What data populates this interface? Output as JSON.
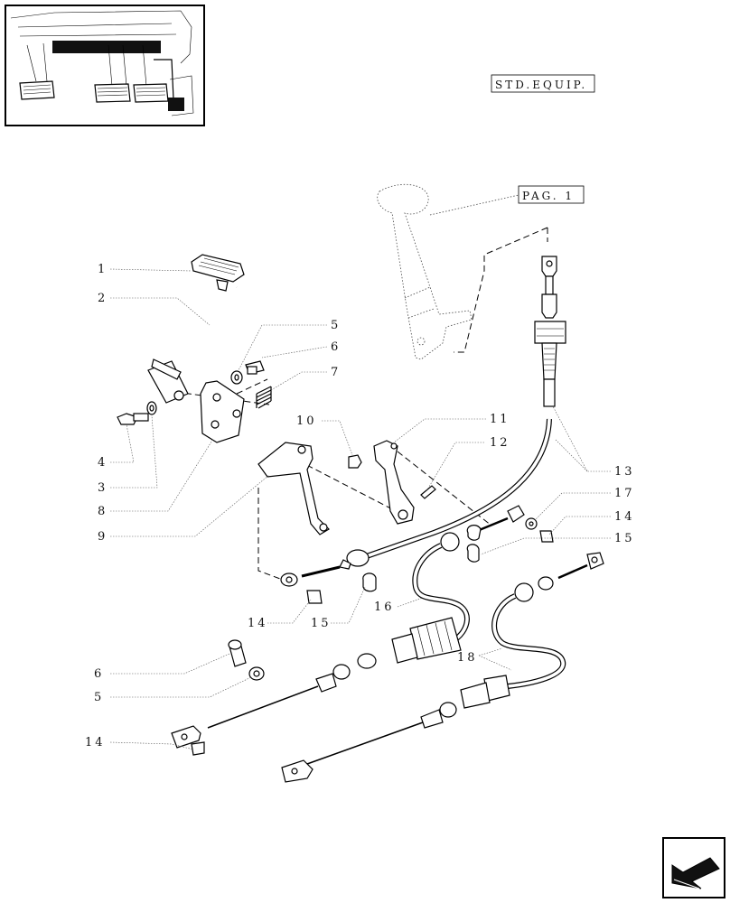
{
  "tags": {
    "std_equip": "STD.EQUIP.",
    "page_ref": "PAG. 1"
  },
  "callouts": {
    "c1": "1",
    "c2": "2",
    "c3": "3",
    "c4": "4",
    "c5a": "5",
    "c6a": "6",
    "c7": "7",
    "c8": "8",
    "c9": "9",
    "c10": "10",
    "c11": "11",
    "c12": "12",
    "c13": "13",
    "c14a": "14",
    "c15a": "15",
    "c17": "17",
    "c14b": "14",
    "c15b": "15",
    "c16": "16",
    "c18": "18",
    "c6b": "6",
    "c5b": "5",
    "c14c": "14"
  },
  "icons": {
    "thumbnail": "pedal-location-thumbnail",
    "nav": "next-page-arrow-icon"
  }
}
